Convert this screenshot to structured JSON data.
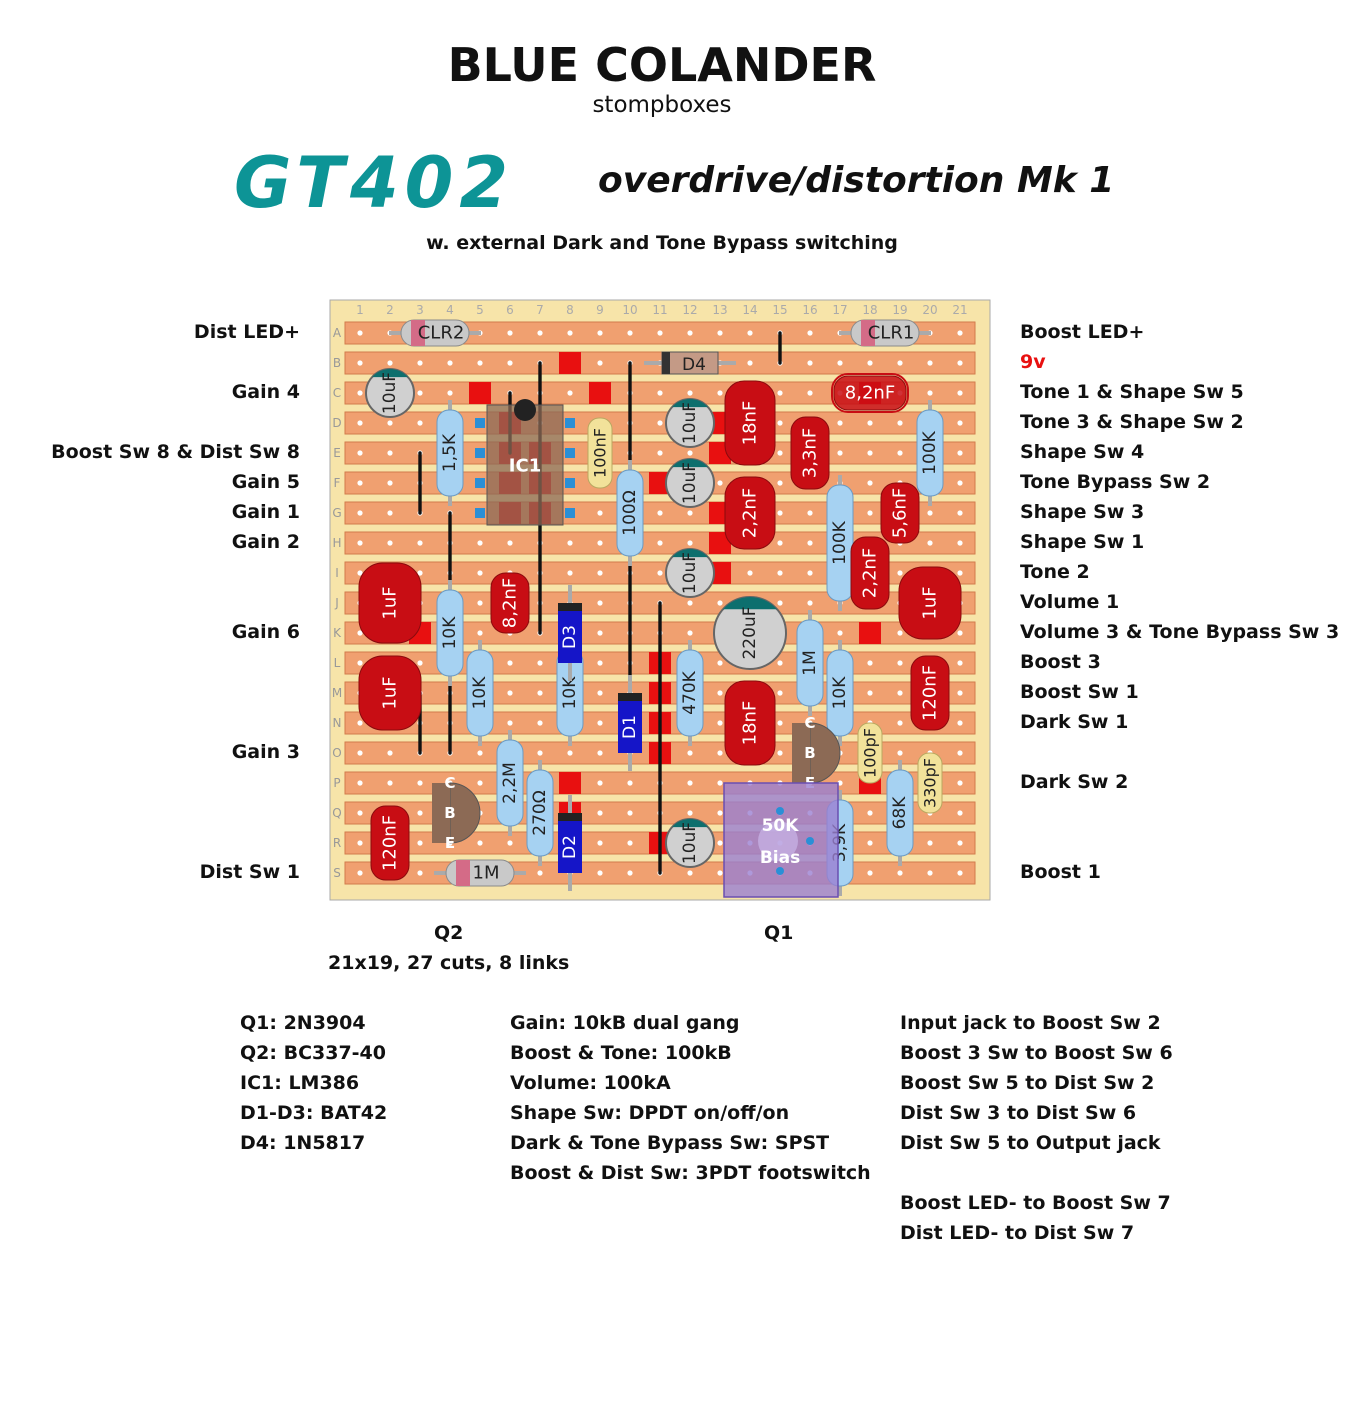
{
  "header": {
    "brand": "BLUE COLANDER",
    "brand_sub": "stompboxes",
    "model": "GT402",
    "model_desc": "overdrive/distortion Mk 1",
    "note": "w. external Dark and Tone Bypass switching"
  },
  "board": {
    "columns": [
      "1",
      "2",
      "3",
      "4",
      "5",
      "6",
      "7",
      "8",
      "9",
      "10",
      "11",
      "12",
      "13",
      "14",
      "15",
      "16",
      "17",
      "18",
      "19",
      "20",
      "21"
    ],
    "rows": [
      "A",
      "B",
      "C",
      "D",
      "E",
      "F",
      "G",
      "H",
      "I",
      "J",
      "K",
      "L",
      "M",
      "N",
      "O",
      "P",
      "Q",
      "R",
      "S"
    ],
    "size_note": "21x19, 27 cuts, 8 links",
    "colors": {
      "board": "#f7e4a9",
      "strip": "#f0a070",
      "cut": "#e81010",
      "film_cap": "#c80d14",
      "resistor": "#a6d2f2",
      "diode": "#1515c8",
      "trimmer": "#9a7fd1"
    }
  },
  "left_labels": [
    {
      "row": "A",
      "text": "Dist LED+"
    },
    {
      "row": "C",
      "text": "Gain 4"
    },
    {
      "row": "E",
      "text": "Boost Sw 8 & Dist Sw 8"
    },
    {
      "row": "F",
      "text": "Gain 5"
    },
    {
      "row": "G",
      "text": "Gain 1"
    },
    {
      "row": "H",
      "text": "Gain 2"
    },
    {
      "row": "K",
      "text": "Gain 6"
    },
    {
      "row": "O",
      "text": "Gain 3"
    },
    {
      "row": "S",
      "text": "Dist Sw 1"
    }
  ],
  "right_labels": [
    {
      "row": "A",
      "text": "Boost LED+",
      "color": "#111111"
    },
    {
      "row": "B",
      "text": "9v",
      "color": "#e81010"
    },
    {
      "row": "C",
      "text": "Tone 1 & Shape Sw 5",
      "color": "#111111"
    },
    {
      "row": "D",
      "text": "Tone 3 & Shape Sw 2",
      "color": "#111111"
    },
    {
      "row": "E",
      "text": "Shape Sw 4",
      "color": "#111111"
    },
    {
      "row": "F",
      "text": "Tone Bypass Sw 2",
      "color": "#111111"
    },
    {
      "row": "G",
      "text": "Shape Sw 3",
      "color": "#111111"
    },
    {
      "row": "H",
      "text": "Shape Sw 1",
      "color": "#111111"
    },
    {
      "row": "I",
      "text": "Tone 2",
      "color": "#111111"
    },
    {
      "row": "J",
      "text": "Volume 1",
      "color": "#111111"
    },
    {
      "row": "K",
      "text": "Volume 3 & Tone Bypass Sw 3",
      "color": "#111111"
    },
    {
      "row": "L",
      "text": "Boost 3",
      "color": "#111111"
    },
    {
      "row": "M",
      "text": "Boost Sw 1",
      "color": "#111111"
    },
    {
      "row": "N",
      "text": "Dark Sw 1",
      "color": "#111111"
    },
    {
      "row": "P",
      "text": "Dark Sw 2",
      "color": "#111111"
    },
    {
      "row": "S",
      "text": "Boost 1",
      "color": "#111111"
    }
  ],
  "bottom_labels": [
    "Q2",
    "Q1"
  ],
  "parts": [
    "Q1: 2N3904",
    "Q2: BC337-40",
    "IC1: LM386",
    "D1-D3: BAT42",
    "D4: 1N5817"
  ],
  "pots": [
    "Gain: 10kB dual gang",
    "Boost & Tone: 100kB",
    "Volume: 100kA",
    "Shape Sw: DPDT on/off/on",
    "Dark & Tone Bypass Sw: SPST",
    "Boost & Dist Sw: 3PDT footswitch"
  ],
  "wiring": [
    "Input jack to Boost Sw 2",
    "Boost 3 Sw to Boost Sw 6",
    "Boost Sw 5 to Dist Sw 2",
    "Dist Sw 3 to Dist Sw 6",
    "Dist Sw 5 to Output jack",
    "",
    "Boost LED- to Boost Sw 7",
    "Dist LED- to Dist Sw 7"
  ],
  "components": {
    "resistors": [
      {
        "label": "CLR2",
        "col": 3.5,
        "row": "A",
        "orient": "h",
        "len": 2
      },
      {
        "label": "CLR1",
        "col": 18.5,
        "row": "A",
        "orient": "h",
        "len": 2
      },
      {
        "label": "1,5K",
        "col": 4,
        "row": "E",
        "orient": "v",
        "len": 3
      },
      {
        "label": "100Ω",
        "col": 10,
        "row": "G",
        "orient": "v",
        "len": 3
      },
      {
        "label": "100K",
        "col": 20,
        "row": "E",
        "orient": "v",
        "len": 3
      },
      {
        "label": "100K",
        "col": 17,
        "row": "H",
        "orient": "v",
        "len": 4
      },
      {
        "label": "10K",
        "col": 4,
        "row": "K",
        "orient": "v",
        "len": 3
      },
      {
        "label": "10K",
        "col": 5,
        "row": "M",
        "orient": "v",
        "len": 3
      },
      {
        "label": "10K",
        "col": 8,
        "row": "M",
        "orient": "v",
        "len": 3
      },
      {
        "label": "470K",
        "col": 12,
        "row": "M",
        "orient": "v",
        "len": 3
      },
      {
        "label": "1M",
        "col": 16,
        "row": "L",
        "orient": "v",
        "len": 3
      },
      {
        "label": "10K",
        "col": 17,
        "row": "M",
        "orient": "v",
        "len": 3
      },
      {
        "label": "2,2M",
        "col": 6,
        "row": "P",
        "orient": "v",
        "len": 3
      },
      {
        "label": "270Ω",
        "col": 7,
        "row": "Q",
        "orient": "v",
        "len": 3
      },
      {
        "label": "68K",
        "col": 19,
        "row": "Q",
        "orient": "v",
        "len": 3
      },
      {
        "label": "3,9K",
        "col": 17,
        "row": "R",
        "orient": "v",
        "len": 3
      },
      {
        "label": "1M",
        "col": 5,
        "row": "S",
        "orient": "h",
        "len": 2
      }
    ],
    "film_caps": [
      {
        "label": "18nF",
        "col": 14,
        "row": "D",
        "w": 50,
        "h": 84
      },
      {
        "label": "3,3nF",
        "col": 16,
        "row": "E",
        "w": 38,
        "h": 72
      },
      {
        "label": "2,2nF",
        "col": 14,
        "row": "G",
        "w": 50,
        "h": 72
      },
      {
        "label": "5,6nF",
        "col": 19,
        "row": "G",
        "w": 38,
        "h": 60
      },
      {
        "label": "2,2nF",
        "col": 18,
        "row": "I",
        "w": 38,
        "h": 72
      },
      {
        "label": "8,2nF",
        "col": 6,
        "row": "J",
        "w": 38,
        "h": 60
      },
      {
        "label": "1uF",
        "col": 2,
        "row": "J",
        "w": 62,
        "h": 80
      },
      {
        "label": "1uF",
        "col": 20,
        "row": "J",
        "w": 62,
        "h": 72
      },
      {
        "label": "1uF",
        "col": 2,
        "row": "M",
        "w": 62,
        "h": 74
      },
      {
        "label": "18nF",
        "col": 14,
        "row": "N",
        "w": 50,
        "h": 84
      },
      {
        "label": "120nF",
        "col": 20,
        "row": "M",
        "w": 38,
        "h": 74
      },
      {
        "label": "120nF",
        "col": 2,
        "row": "R",
        "w": 38,
        "h": 74
      }
    ],
    "cer_caps": [
      {
        "label": "100nF",
        "col": 9,
        "row": "E",
        "w": 24,
        "h": 70
      },
      {
        "label": "100pF",
        "col": 18,
        "row": "O",
        "w": 24,
        "h": 60
      },
      {
        "label": "330pF",
        "col": 20,
        "row": "P",
        "w": 24,
        "h": 60
      }
    ],
    "elec_caps": [
      {
        "label": "10uF",
        "col": 2,
        "row": "C",
        "r": 24
      },
      {
        "label": "10uF",
        "col": 12,
        "row": "D",
        "r": 24
      },
      {
        "label": "10uF",
        "col": 12,
        "row": "F",
        "r": 24
      },
      {
        "label": "10uF",
        "col": 12,
        "row": "I",
        "r": 24
      },
      {
        "label": "220uF",
        "col": 14,
        "row": "K",
        "r": 36
      },
      {
        "label": "10uF",
        "col": 12,
        "row": "R",
        "r": 24
      }
    ],
    "diodes": [
      {
        "label": "D3",
        "col": 8,
        "row": "K"
      },
      {
        "label": "D1",
        "col": 10,
        "row": "N"
      },
      {
        "label": "D2",
        "col": 8,
        "row": "R"
      }
    ],
    "h_diode": {
      "label": "D4",
      "col": 12,
      "row": "B"
    },
    "hcap": {
      "label": "8,2nF",
      "col": 18,
      "row": "C"
    },
    "ic": {
      "label": "IC1"
    },
    "transistors": [
      {
        "label": "Q2",
        "col": 4,
        "row": "Q",
        "pins": [
          "C",
          "B",
          "E"
        ]
      },
      {
        "label": "Q1",
        "col": 16,
        "row": "O",
        "pins": [
          "C",
          "B",
          "E"
        ]
      }
    ],
    "trimmer": {
      "value": "50K",
      "name": "Bias"
    }
  }
}
